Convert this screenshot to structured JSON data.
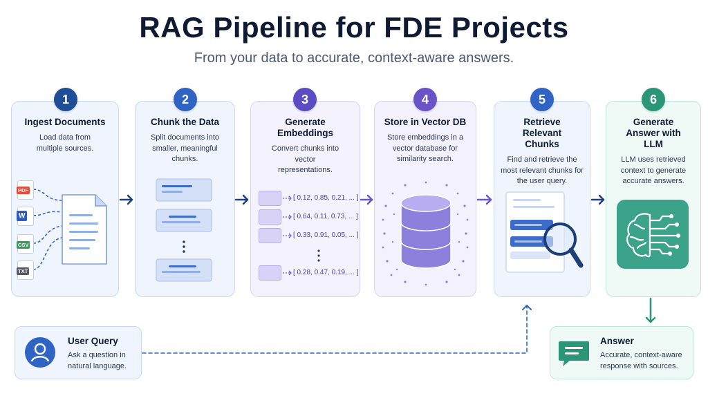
{
  "title": "RAG Pipeline for FDE Projects",
  "subtitle": "From your data to accurate, context-aware answers.",
  "steps": [
    {
      "number": "1",
      "title": "Ingest Documents",
      "description": "Load data from multiple sources.",
      "color": "#1f4e96"
    },
    {
      "number": "2",
      "title": "Chunk the Data",
      "description": "Split documents into smaller, meaningful chunks.",
      "color": "#2f63c4"
    },
    {
      "number": "3",
      "title": "Generate Embeddings",
      "description": "Convert chunks into vector representations.",
      "color": "#5c4bc2"
    },
    {
      "number": "4",
      "title": "Store in Vector DB",
      "description": "Store embeddings in a vector database for similarity search.",
      "color": "#6a53c7"
    },
    {
      "number": "5",
      "title": "Retrieve Relevant Chunks",
      "description": "Find and retrieve the most relevant chunks for the user query.",
      "color": "#2f63c4"
    },
    {
      "number": "6",
      "title": "Generate Answer with LLM",
      "description": "LLM uses retrieved context to generate accurate answers.",
      "color": "#2a9577"
    }
  ],
  "file_types": [
    "PDF",
    "W",
    "CSV",
    "TXT"
  ],
  "vectors": [
    "[ 0.12, 0.85, 0.21, ... ]",
    "[ 0.64, 0.11, 0.73, ... ]",
    "[ 0.33, 0.91, 0.05, ... ]",
    "[ 0.28, 0.47, 0.19, ... ]"
  ],
  "user_query": {
    "title": "User Query",
    "description": "Ask a question in natural language."
  },
  "answer": {
    "title": "Answer",
    "description": "Accurate, context-aware response with sources."
  },
  "colors": {
    "blue": "#2f63c4",
    "navy": "#1f4e96",
    "purple": "#6a53c7",
    "teal": "#2a9577"
  }
}
